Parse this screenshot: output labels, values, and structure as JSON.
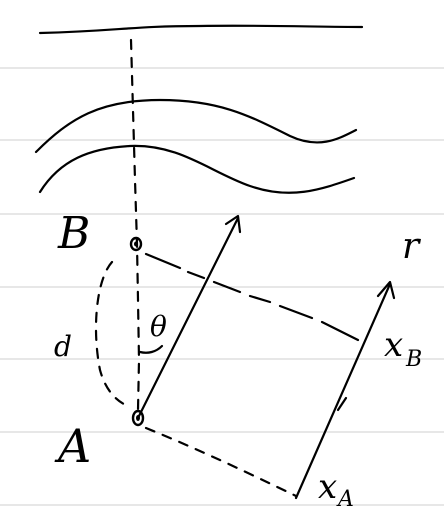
{
  "labels": {
    "point_b": "B",
    "point_a": "A",
    "distance": "d",
    "angle": "θ",
    "axis": "r",
    "x_b_main": "x",
    "x_b_sub": "B",
    "x_a_main": "x",
    "x_a_sub": "A"
  }
}
